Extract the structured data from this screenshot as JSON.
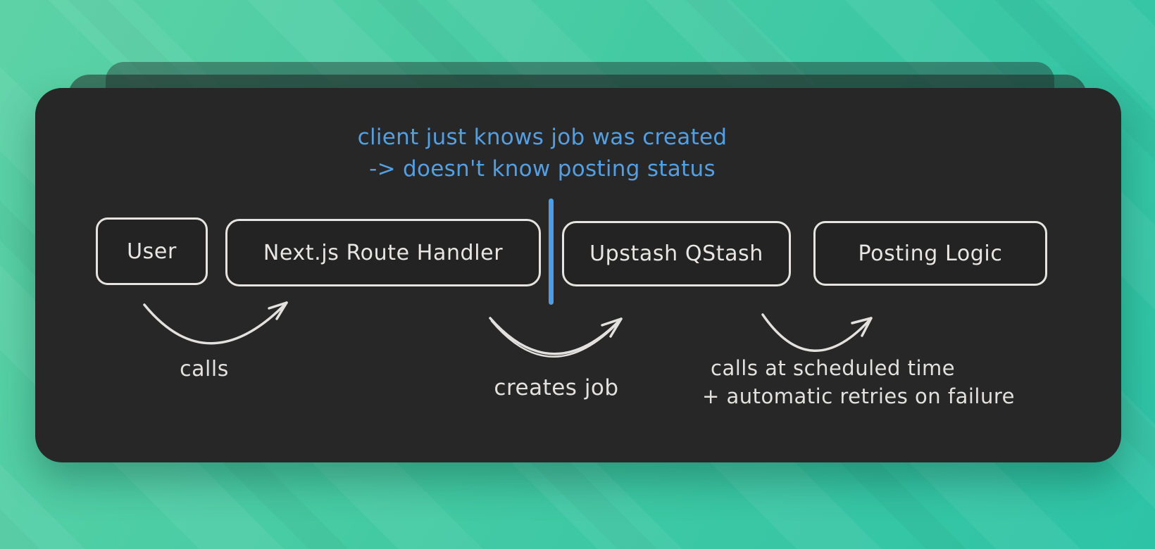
{
  "scene": {
    "annotation": {
      "line1": "client just knows job was created",
      "line2": "-> doesn't know posting status"
    },
    "nodes": [
      {
        "id": "user",
        "label": "User"
      },
      {
        "id": "route-handler",
        "label": "Next.js Route Handler"
      },
      {
        "id": "qstash",
        "label": "Upstash QStash"
      },
      {
        "id": "posting-logic",
        "label": "Posting Logic"
      }
    ],
    "edges": [
      {
        "id": "calls",
        "label": "calls"
      },
      {
        "id": "creates-job",
        "label": "creates job"
      },
      {
        "id": "scheduled-call",
        "label_line1": "calls at scheduled time",
        "label_line2": "+ automatic retries on failure"
      }
    ],
    "colors": {
      "background_start": "#5dd2a6",
      "background_end": "#2dc3a6",
      "card": "#272727",
      "node_fill": "#232323",
      "stroke": "#e5e4e2",
      "accent_blue": "#539fe3"
    }
  }
}
